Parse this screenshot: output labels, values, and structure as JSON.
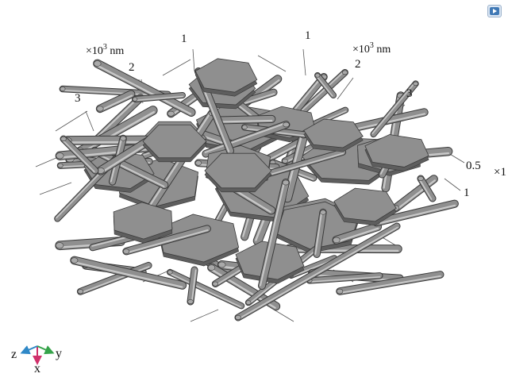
{
  "window": {
    "toolbar_icon": "play-icon"
  },
  "axes": {
    "unit_left": {
      "prefix": "×10",
      "exp": "3",
      "suffix": " nm"
    },
    "unit_right": {
      "prefix": "×10",
      "exp": "3",
      "suffix": " nm"
    },
    "unit_far_right": "×1",
    "ticks_left": [
      "3",
      "2",
      "1"
    ],
    "ticks_right": [
      "1",
      "2",
      "3"
    ],
    "ticks_depth": [
      "0.5",
      "1"
    ]
  },
  "triad": {
    "x": "x",
    "y": "y",
    "z": "z",
    "colors": {
      "x": "#d0306b",
      "y": "#36a34a",
      "z": "#2f88c7"
    }
  },
  "model": {
    "fill": "#8f8f8f",
    "edge": "#3a3a3a",
    "highlight": "#c9c9c9"
  }
}
